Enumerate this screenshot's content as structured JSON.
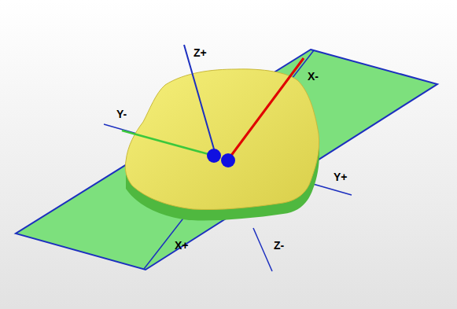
{
  "diagram": {
    "labels": [
      "Z+",
      "X-",
      "Y-",
      "Y+",
      "X+",
      "Z-"
    ]
  }
}
